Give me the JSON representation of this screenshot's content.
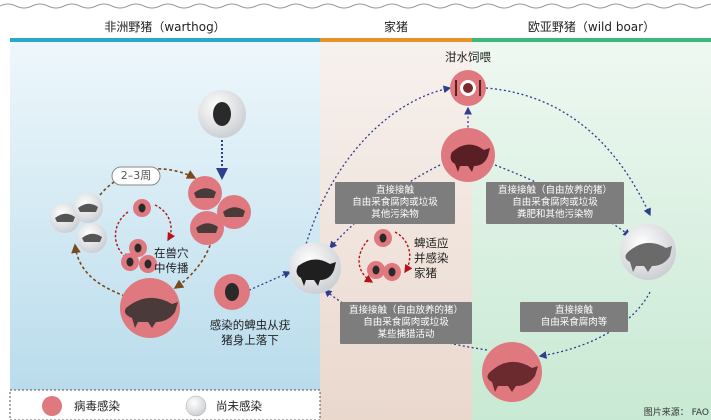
{
  "headers": {
    "warthog": "非洲野猪（warthog）",
    "domestic": "家猪",
    "wildboar": "欧亚野猪（wild boar）"
  },
  "swill_label": "泔水饲喂",
  "cycle_label": "2–3周",
  "burrow_label": [
    "在兽穴",
    "中传播"
  ],
  "tick_drop_label": [
    "感染的蜱虫从疣",
    "猪身上落下"
  ],
  "tick_adapt_label": [
    "蜱适应",
    "并感染",
    "家猪"
  ],
  "boxes": {
    "left_upper": [
      "直接接触",
      "自由采食腐肉或垃圾",
      "其他污染物"
    ],
    "left_lower": [
      "直接接触（自由放养的猪）",
      "自由采食腐肉或垃圾",
      "某些捕猎活动"
    ],
    "right_upper": [
      "直接接触（自由放养的猪）",
      "自由采食腐肉或垃圾",
      "粪肥和其他污染物"
    ],
    "right_lower": [
      "直接接触",
      "自由采食腐肉等"
    ]
  },
  "legend": {
    "infected": "病毒感染",
    "uninfected": "尚未感染"
  },
  "credit": "图片来源： FAO",
  "colors": {
    "infected": "#e07880",
    "uninfected": "#e2e4e6",
    "warthog_bar": "#2aa8c8",
    "domestic_bar": "#e8912b",
    "wildboar_bar": "#3bb87a",
    "gray_box": "#7d7d7d",
    "arrow": "#2c3e8c",
    "brown_arrow": "#7a4a1e"
  }
}
